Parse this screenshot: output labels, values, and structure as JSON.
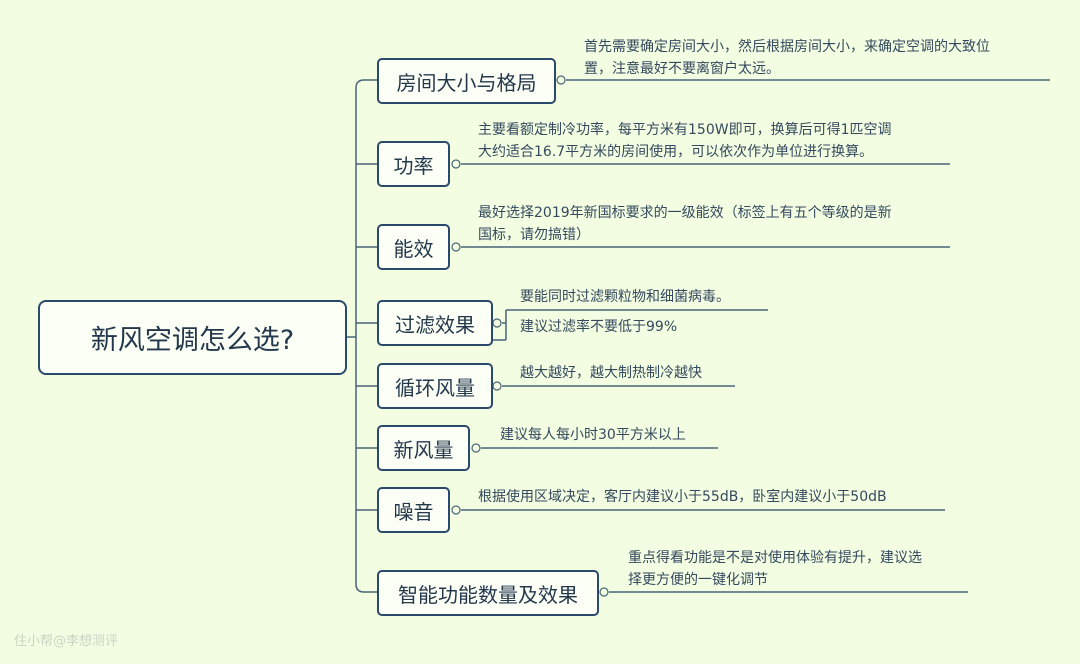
{
  "root": {
    "title": "新风空调怎么选?"
  },
  "branches": [
    {
      "label": "房间大小与格局",
      "notes": [
        "首先需要确定房间大小，然后根据房间大小，来确定空调的大致位",
        "置，注意最好不要离窗户太远。"
      ]
    },
    {
      "label": "功率",
      "notes": [
        "主要看额定制冷功率，每平方米有150W即可，换算后可得1匹空调",
        "大约适合16.7平方米的房间使用，可以依次作为单位进行换算。"
      ]
    },
    {
      "label": "能效",
      "notes": [
        "最好选择2019年新国标要求的一级能效（标签上有五个等级的是新",
        "国标，请勿搞错）"
      ]
    },
    {
      "label": "过滤效果",
      "notes": [
        "要能同时过滤颗粒物和细菌病毒。",
        "建议过滤率不要低于99%"
      ]
    },
    {
      "label": "循环风量",
      "notes": [
        "越大越好，越大制热制冷越快"
      ]
    },
    {
      "label": "新风量",
      "notes": [
        "建议每人每小时30平方米以上"
      ]
    },
    {
      "label": "噪音",
      "notes": [
        "根据使用区域决定，客厅内建议小于55dB，卧室内建议小于50dB"
      ]
    },
    {
      "label": "智能功能数量及效果",
      "notes": [
        "重点得看功能是不是对使用体验有提升，建议选",
        "择更方便的一键化调节"
      ]
    }
  ],
  "watermark": "住小帮@李想测评",
  "colors": {
    "background": "#f3fde2",
    "border": "#2b4a6b",
    "line": "#4a6478"
  }
}
